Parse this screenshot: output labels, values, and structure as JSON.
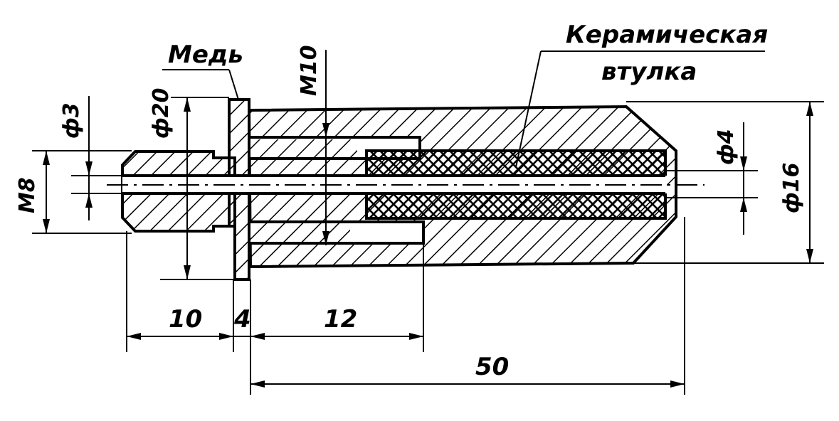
{
  "labels": {
    "material_copper": "Медь",
    "ceramic_line1": "Керамическая",
    "ceramic_line2": "втулка",
    "thread_m8": "М8",
    "thread_m10": "М10",
    "dia_3": "ф3",
    "dia_20": "ф20",
    "dia_4": "ф4",
    "dia_16": "ф16",
    "len_10": "10",
    "len_4": "4",
    "len_12": "12",
    "len_50": "50"
  },
  "colors": {
    "ink": "#000000",
    "paper": "#ffffff"
  }
}
